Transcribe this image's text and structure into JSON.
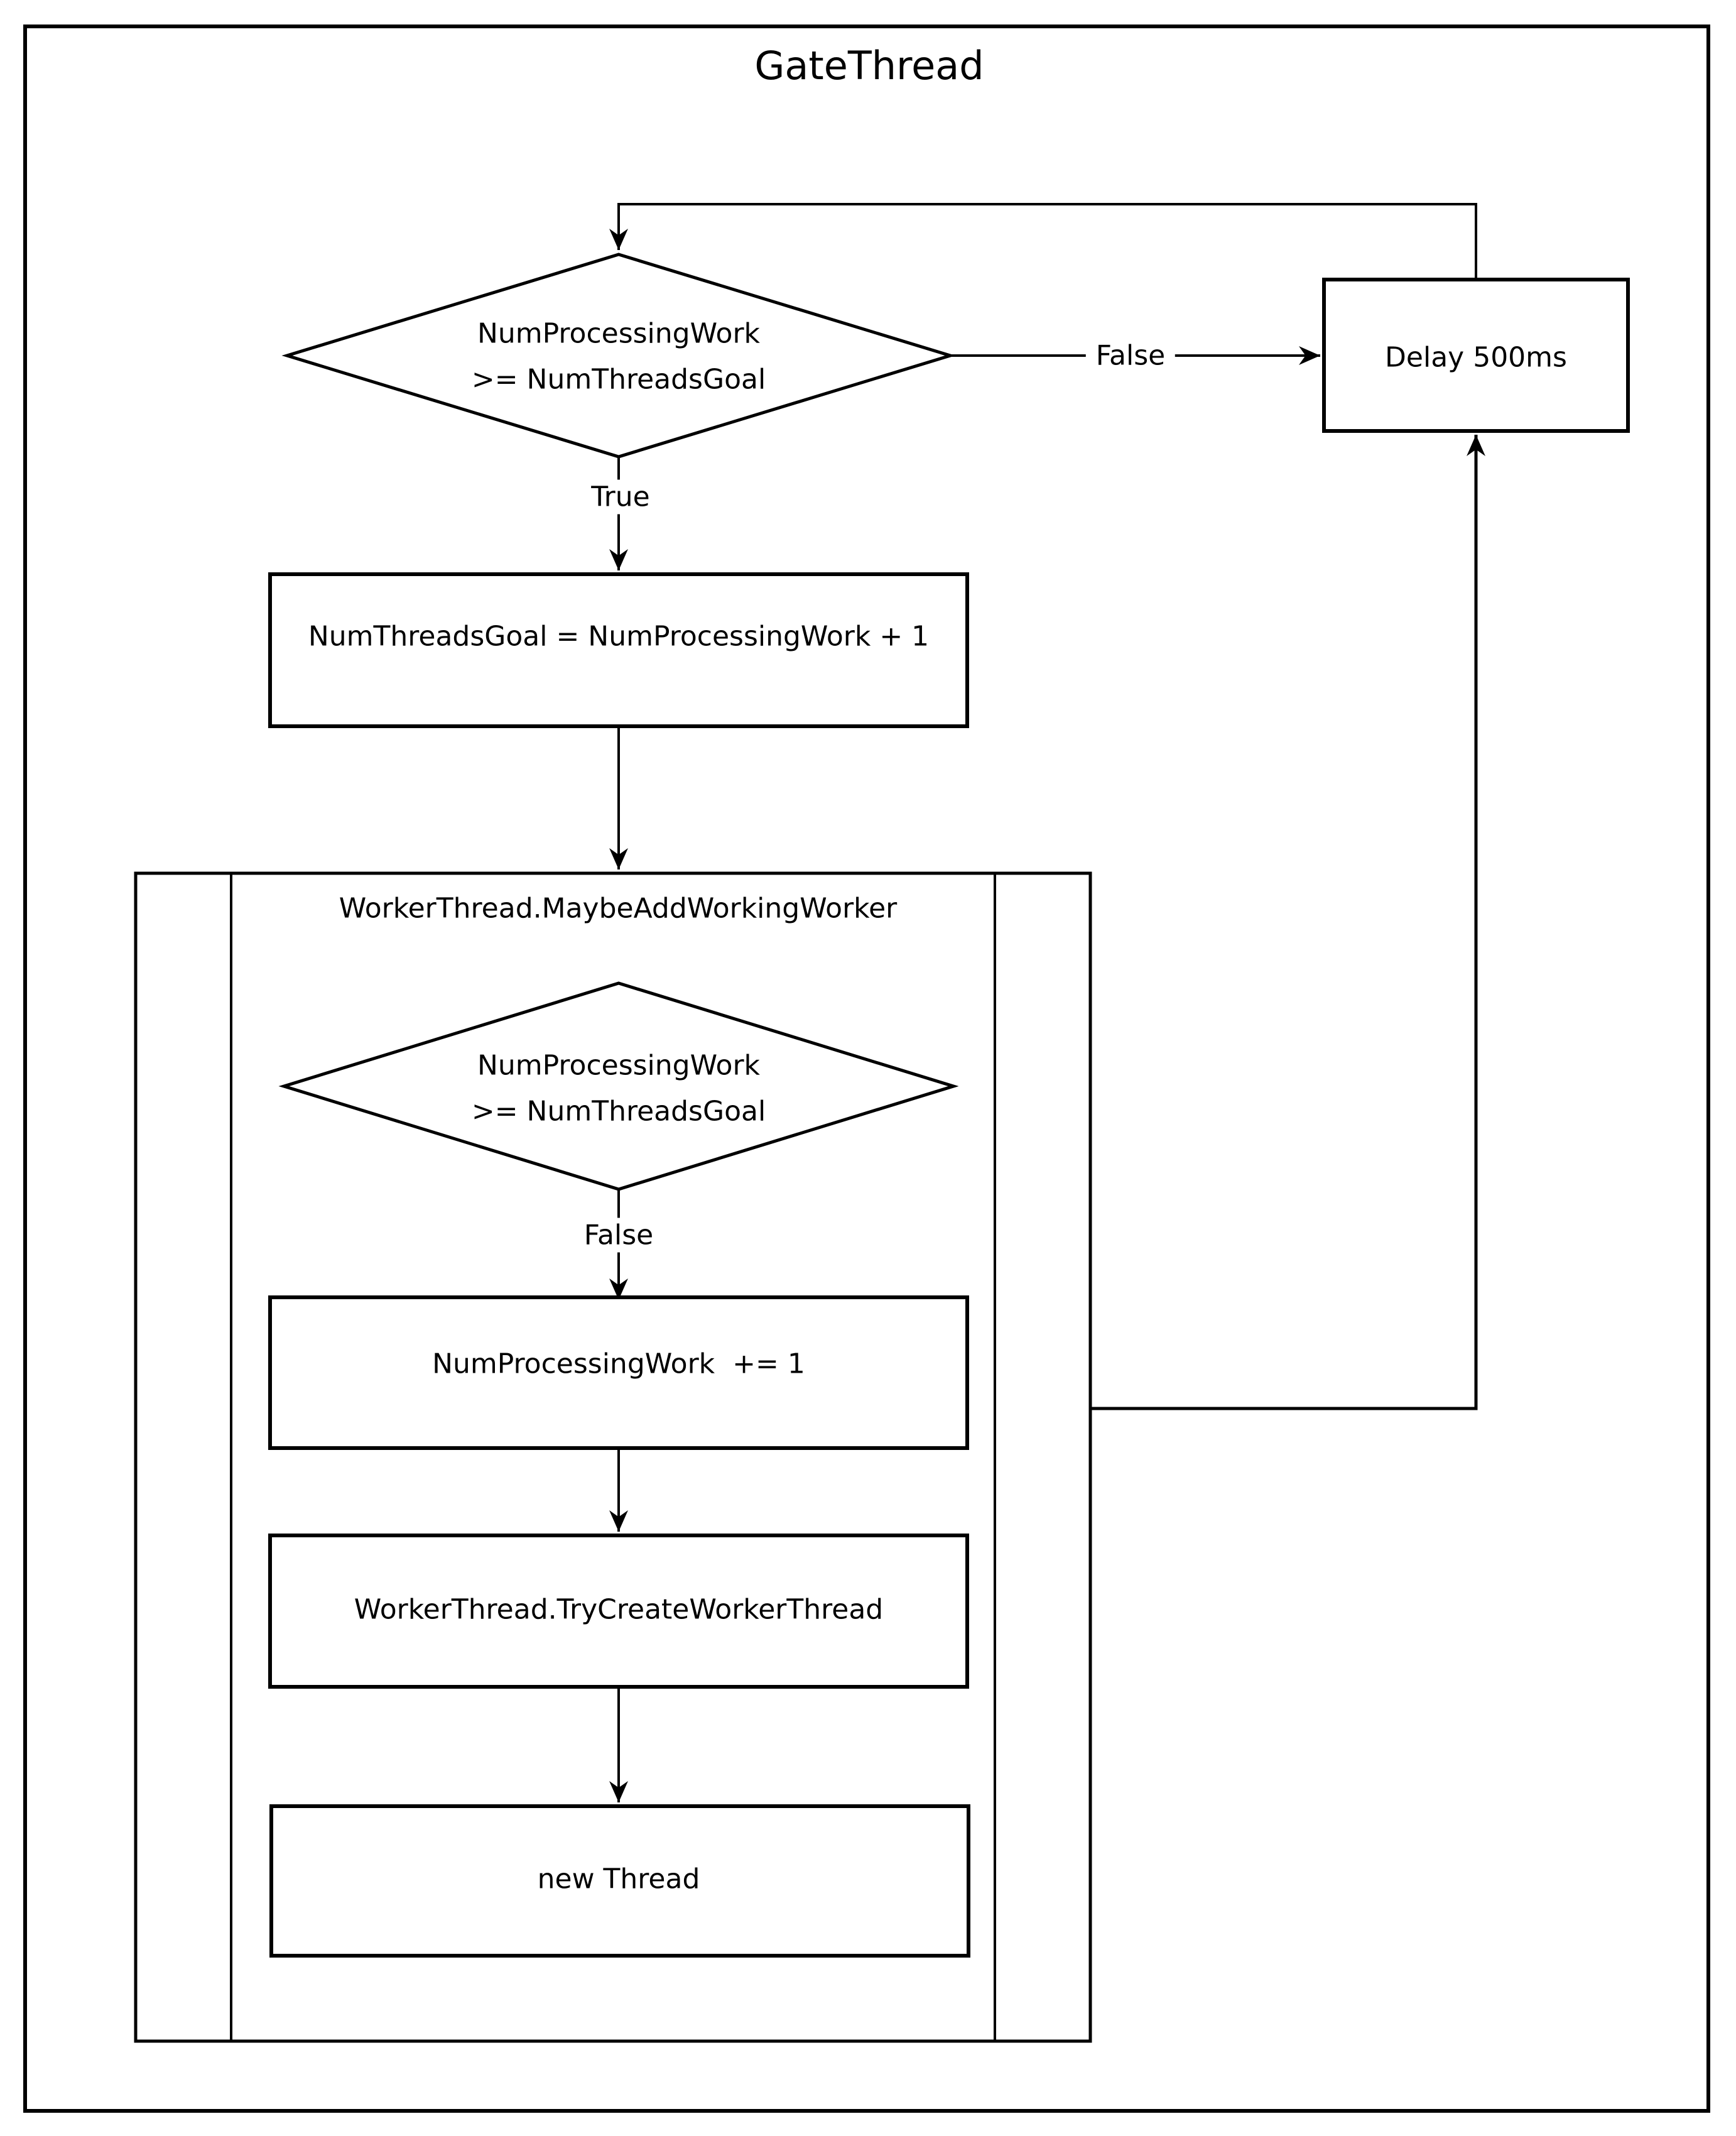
{
  "page": {
    "title": "GateThread",
    "background_color": "#ffffff",
    "line_color": "#000000"
  },
  "nodes": {
    "decision1": {
      "condition": "NumProcessingWork\n>= NumThreadsGoal"
    },
    "delay": {
      "label": "Delay 500ms"
    },
    "assign_goal": {
      "label": "NumThreadsGoal = NumProcessingWork + 1"
    },
    "subprocess": {
      "title": "WorkerThread.MaybeAddWorkingWorker"
    },
    "decision2": {
      "condition": "NumProcessingWork\n>= NumThreadsGoal"
    },
    "increment": {
      "label": "NumProcessingWork  += 1"
    },
    "try_create": {
      "label": "WorkerThread.TryCreateWorkerThread"
    },
    "new_thread": {
      "label": "new Thread"
    }
  },
  "edge_labels": {
    "decision1_true": "True",
    "decision1_false": "False",
    "decision2_false": "False"
  }
}
